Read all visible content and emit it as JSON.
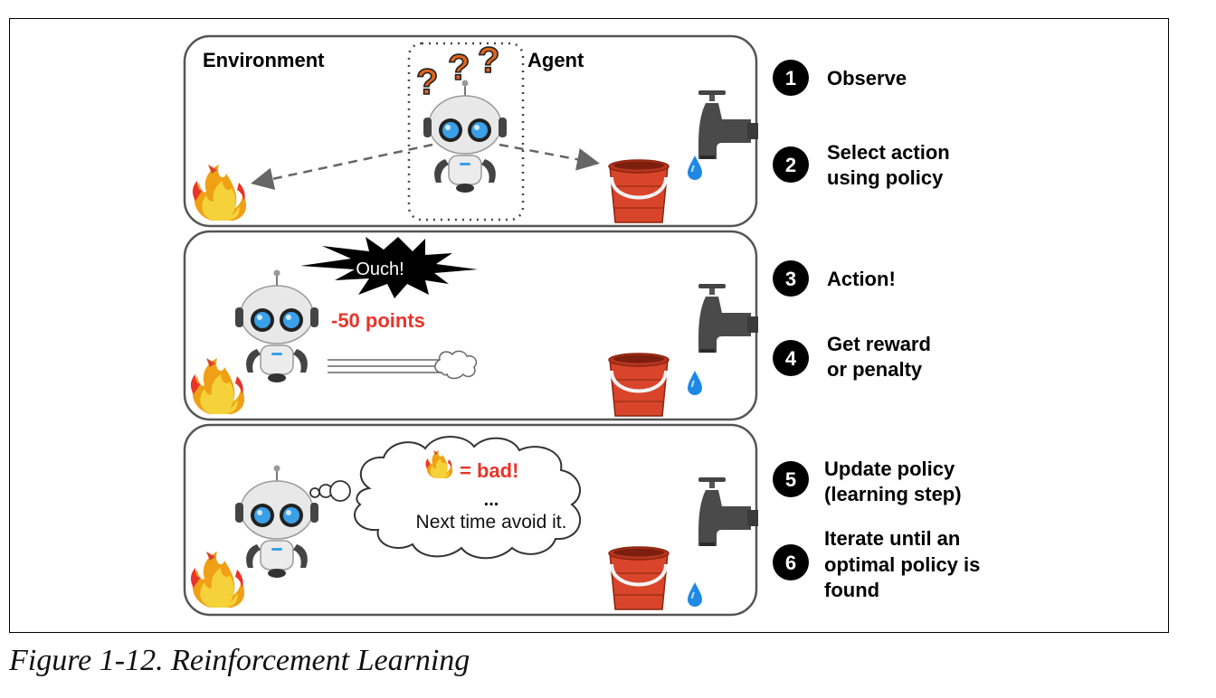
{
  "caption": "Figure 1-12. Reinforcement Learning",
  "colors": {
    "accent_red": "#e8342a",
    "panel_border": "#555555",
    "bucket": "#d8452b",
    "water": "#1e88e5",
    "robot_eye": "#3aa0e8"
  },
  "panels": [
    {
      "environment_label": "Environment",
      "agent_label": "Agent"
    },
    {
      "exclamation": "Ouch!",
      "penalty": "-50 points"
    },
    {
      "thought_line1": "= bad!",
      "thought_line2": "...",
      "thought_line3": "Next time avoid it."
    }
  ],
  "steps": [
    {
      "num": "1",
      "lines": [
        "Observe"
      ]
    },
    {
      "num": "2",
      "lines": [
        "Select action",
        "using policy"
      ]
    },
    {
      "num": "3",
      "lines": [
        "Action!"
      ]
    },
    {
      "num": "4",
      "lines": [
        "Get reward",
        "or penalty"
      ]
    },
    {
      "num": "5",
      "lines": [
        "Update policy",
        "(learning step)"
      ]
    },
    {
      "num": "6",
      "lines": [
        "Iterate until an",
        "optimal policy is",
        "found"
      ]
    }
  ],
  "icons": [
    "fire-icon",
    "robot-icon",
    "bucket-icon",
    "faucet-icon",
    "water-drop-icon",
    "question-mark-icon",
    "speech-burst-icon",
    "thought-cloud-icon",
    "dust-cloud-icon"
  ]
}
